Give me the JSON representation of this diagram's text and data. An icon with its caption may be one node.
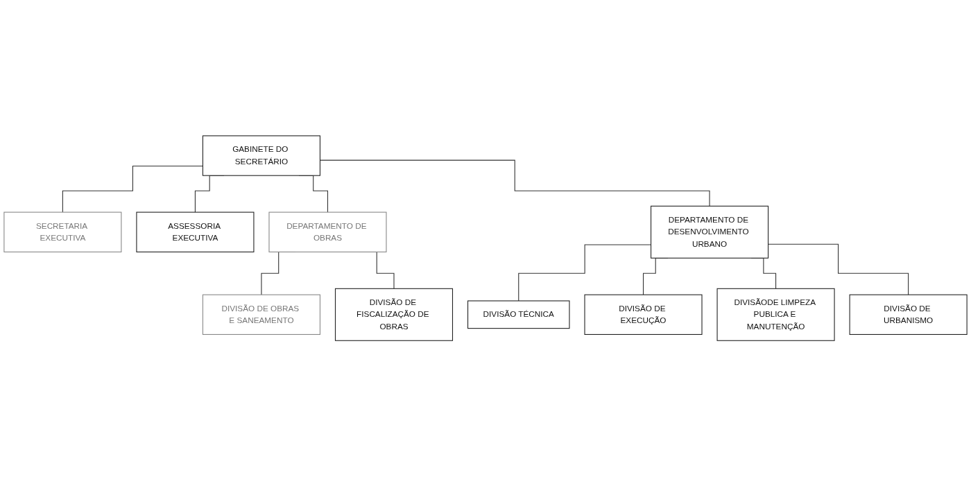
{
  "diagram": {
    "nodes": [
      {
        "text": [
          "GABINETE DO SECRETÁRIO"
        ]
      },
      {
        "text": [
          "SECRETARIA EXECUTIVA"
        ]
      },
      {
        "text": [
          "ASSESSORIA EXECUTIVA"
        ]
      },
      {
        "text": [
          "DEPARTAMENTO DE OBRAS"
        ]
      },
      {
        "text": [
          "DEPARTAMENTO DE DESENVOLVIMENTO URBANO"
        ]
      },
      {
        "text": [
          "DIVISÃO DE OBRAS E SANEAMENTO"
        ]
      },
      {
        "text": [
          "DIVISÃO DE FISCALIZAÇÃO DE OBRAS"
        ]
      },
      {
        "text": [
          "DIVISÃO TÉCNICA"
        ]
      },
      {
        "text": [
          "DIVISÃO DE EXECUÇÃO"
        ]
      },
      {
        "text": [
          "DIVISÃODE LIMPEZA PUBLICA E MANUTENÇÃO"
        ]
      },
      {
        "text": [
          "DIVISÃO DE URBANISMO"
        ]
      }
    ],
    "edges": [
      {
        "from": 0,
        "to": 1,
        "arrow": "none"
      },
      {
        "from": 0,
        "to": 2,
        "arrow": "none"
      },
      {
        "from": 0,
        "to": 3,
        "arrow": "none"
      },
      {
        "from": 0,
        "to": 4,
        "arrow": "none"
      },
      {
        "from": 3,
        "to": 5,
        "arrow": "none"
      },
      {
        "from": 3,
        "to": 6,
        "arrow": "none"
      },
      {
        "from": 4,
        "to": 7,
        "arrow": "none"
      },
      {
        "from": 4,
        "to": 8,
        "arrow": "none"
      },
      {
        "from": 4,
        "to": 9,
        "arrow": "none"
      },
      {
        "from": 4,
        "to": 10,
        "arrow": "none"
      }
    ]
  }
}
